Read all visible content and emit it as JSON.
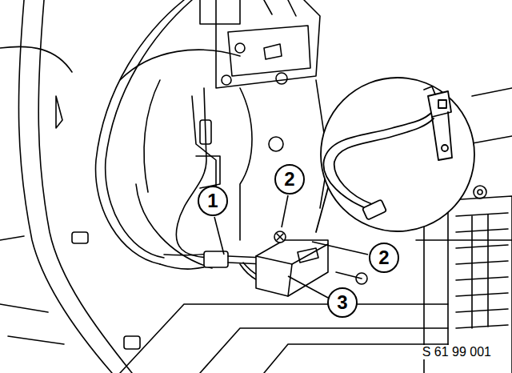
{
  "diagram": {
    "labels": [
      "1",
      "2",
      "2",
      "3",
      "S 61 99 001"
    ]
  }
}
